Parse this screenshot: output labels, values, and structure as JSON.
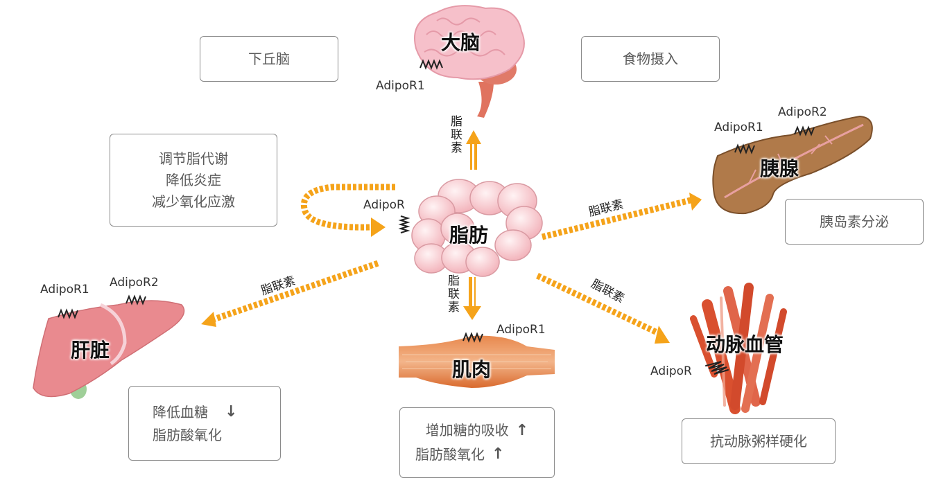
{
  "colors": {
    "arrow": "#f5a31a",
    "box_border": "#8a8a8a",
    "box_text": "#5a5a5a",
    "brain": "#f4b8c4",
    "fat": "#f7c6cb",
    "pancreas": "#b07a4a",
    "liver": "#e98a8f",
    "muscle": "#e0743a",
    "artery": "#d9502f"
  },
  "center": {
    "label": "脂肪",
    "receptor": "AdipoR"
  },
  "hormone": "脂联素",
  "brain": {
    "label": "大脑",
    "receptor": "AdipoR1"
  },
  "pancreas": {
    "label": "胰腺",
    "receptors": [
      "AdipoR1",
      "AdipoR2"
    ]
  },
  "liver": {
    "label": "肝脏",
    "receptors": [
      "AdipoR1",
      "AdipoR2"
    ]
  },
  "muscle": {
    "label": "肌肉",
    "receptor": "AdipoR1"
  },
  "artery": {
    "label": "动脉血管",
    "receptor": "AdipoR"
  },
  "boxes": {
    "hypothalamus": "下丘脑",
    "food_intake": "食物摄入",
    "fat_effects": [
      "调节脂代谢",
      "降低炎症",
      "减少氧化应激"
    ],
    "insulin": "胰岛素分泌",
    "liver_effects": [
      {
        "text": "降低血糖",
        "trend": "↓"
      },
      {
        "text": "脂肪酸氧化",
        "trend": ""
      }
    ],
    "muscle_effects": [
      {
        "text": "增加糖的吸收",
        "trend": "↑"
      },
      {
        "text": "脂肪酸氧化",
        "trend": "↑"
      }
    ],
    "artery_effect": "抗动脉粥样硬化"
  },
  "icons": {
    "receptor": "zigzag-spring-icon",
    "arrow": "dashed-orange-arrow-icon",
    "trend_up": "arrow-up-icon",
    "trend_down": "arrow-down-icon"
  }
}
